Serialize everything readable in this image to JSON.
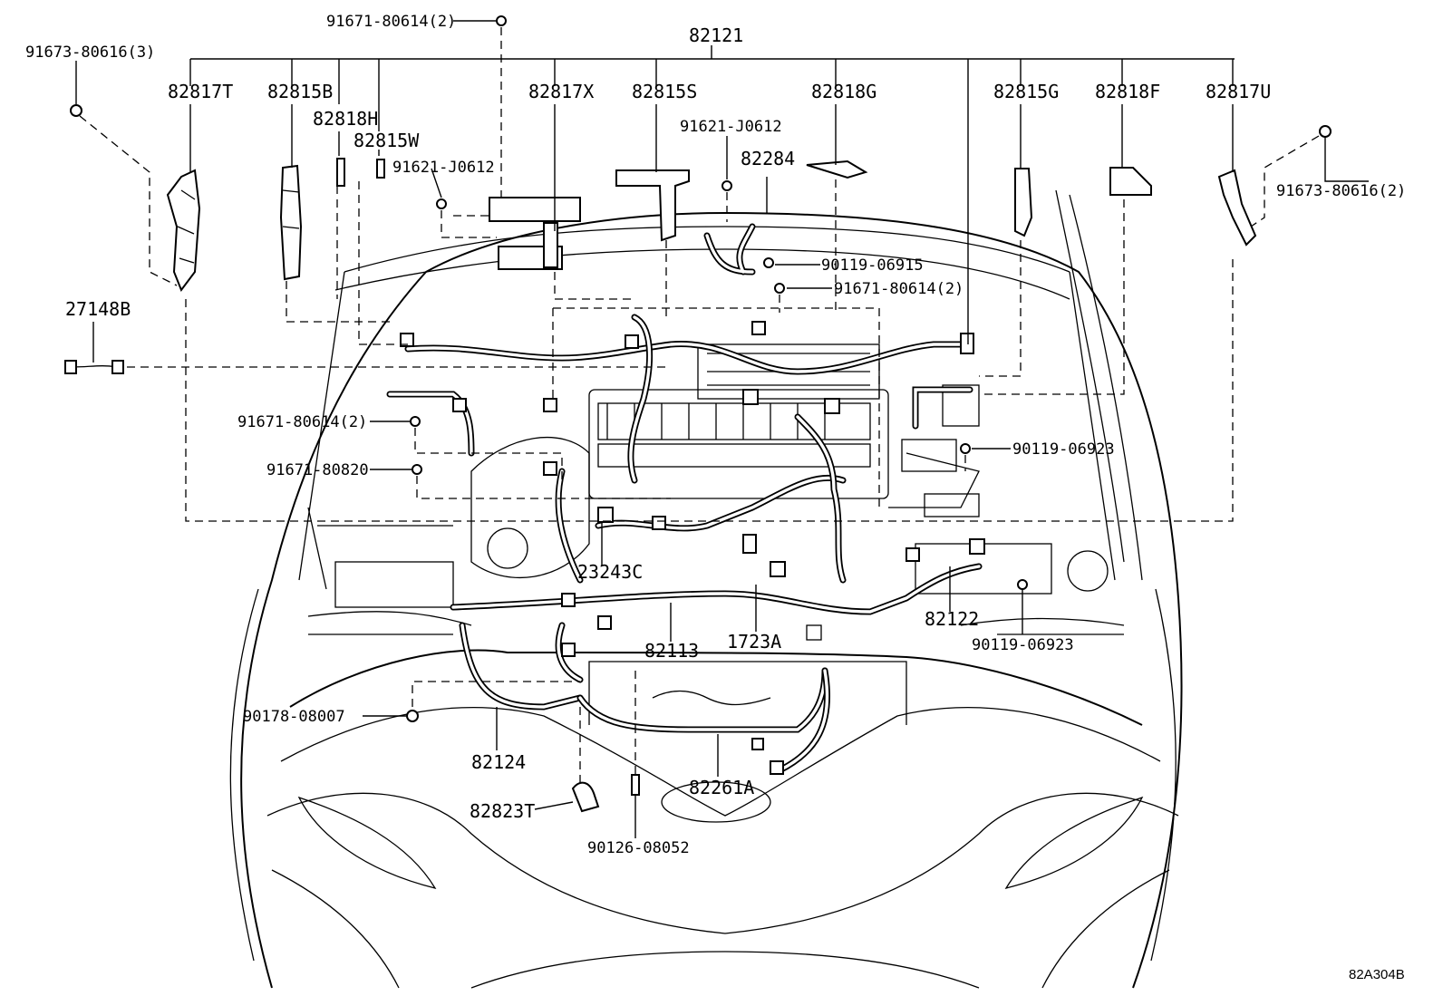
{
  "diagram": {
    "reference_code": "82A304B",
    "callouts": [
      {
        "id": "c1",
        "text": "82121"
      },
      {
        "id": "c2",
        "text": "91671-80614(2)"
      },
      {
        "id": "c3",
        "text": "91673-80616(3)"
      },
      {
        "id": "c4",
        "text": "82817T"
      },
      {
        "id": "c5",
        "text": "82815B"
      },
      {
        "id": "c6",
        "text": "82818H"
      },
      {
        "id": "c7",
        "text": "82815W"
      },
      {
        "id": "c8",
        "text": "91621-J0612"
      },
      {
        "id": "c9",
        "text": "82817X"
      },
      {
        "id": "c10",
        "text": "82815S"
      },
      {
        "id": "c11",
        "text": "91621-J0612"
      },
      {
        "id": "c12",
        "text": "82818G"
      },
      {
        "id": "c13",
        "text": "82284"
      },
      {
        "id": "c14",
        "text": "82815G"
      },
      {
        "id": "c15",
        "text": "82818F"
      },
      {
        "id": "c16",
        "text": "82817U"
      },
      {
        "id": "c17",
        "text": "91673-80616(2)"
      },
      {
        "id": "c18",
        "text": "90119-06915"
      },
      {
        "id": "c19",
        "text": "91671-80614(2)"
      },
      {
        "id": "c20",
        "text": "27148B"
      },
      {
        "id": "c21",
        "text": "91671-80614(2)"
      },
      {
        "id": "c22",
        "text": "90119-06923"
      },
      {
        "id": "c23",
        "text": "91671-80820"
      },
      {
        "id": "c24",
        "text": "23243C"
      },
      {
        "id": "c25",
        "text": "82122"
      },
      {
        "id": "c26",
        "text": "82113"
      },
      {
        "id": "c27",
        "text": "1723A"
      },
      {
        "id": "c28",
        "text": "90119-06923"
      },
      {
        "id": "c29",
        "text": "90178-08007"
      },
      {
        "id": "c30",
        "text": "82124"
      },
      {
        "id": "c31",
        "text": "82261A"
      },
      {
        "id": "c32",
        "text": "82823T"
      },
      {
        "id": "c33",
        "text": "90126-08052"
      }
    ]
  }
}
